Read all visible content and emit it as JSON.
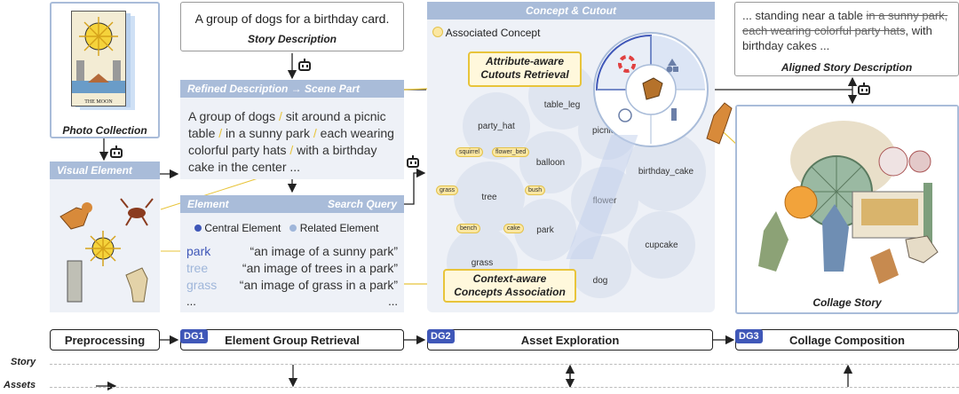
{
  "photo_collection": {
    "label": "Photo Collection",
    "card_caption": "THE MOON"
  },
  "visual_element": {
    "header": "Visual Element"
  },
  "story": {
    "text": "A group of dogs for a birthday card.",
    "label": "Story Description"
  },
  "refined": {
    "header": "Refined Description → Scene Part",
    "parts": [
      "A group of dogs",
      "sit around a picnic table",
      "in a sunny park",
      "each wearing colorful party hats",
      "with a birthday cake in the center ..."
    ]
  },
  "element_panel": {
    "header_left": "Element",
    "header_right": "Search Query",
    "legend_central": "Central Element",
    "legend_related": "Related Element",
    "rows": [
      {
        "element": "park",
        "query": "“an image of a sunny park”",
        "kind": "central"
      },
      {
        "element": "tree",
        "query": "“an image of trees in a park”",
        "kind": "related"
      },
      {
        "element": "grass",
        "query": "“an image of grass in a park”",
        "kind": "related"
      },
      {
        "element": "...",
        "query": "...",
        "kind": "plain"
      }
    ]
  },
  "concept_panel": {
    "header": "Concept & Cutout",
    "legend": "Associated Concept",
    "callout_top": "Attribute-aware Cutouts Retrieval",
    "callout_bottom": "Context-aware Concepts Association",
    "bubbles": [
      "table_leg",
      "party_hat",
      "picnic_t",
      "balloon",
      "tree",
      "birthday_cake",
      "flower",
      "park",
      "cupcake",
      "grass",
      "dog"
    ],
    "tags": [
      "squirrel",
      "flower_bed",
      "grass",
      "bush",
      "bench",
      "cake"
    ]
  },
  "aligned": {
    "prefix": "... standing near a table ",
    "struck": "in a sunny park, each wearing colorful party hats",
    "suffix": ", with birthday cakes ...",
    "label": "Aligned Story Description"
  },
  "collage": {
    "label": "Collage Story"
  },
  "pipeline": [
    {
      "dg": "",
      "label": "Preprocessing"
    },
    {
      "dg": "DG1",
      "label": "Element Group Retrieval"
    },
    {
      "dg": "DG2",
      "label": "Asset Exploration"
    },
    {
      "dg": "DG3",
      "label": "Collage Composition"
    }
  ],
  "rows": {
    "story": "Story",
    "assets": "Assets"
  },
  "colors": {
    "header": "#a9bcd9",
    "central": "#3f57b8",
    "related": "#9fb6da",
    "highlight": "#e8c43a",
    "dg_badge": "#3f57b8"
  }
}
